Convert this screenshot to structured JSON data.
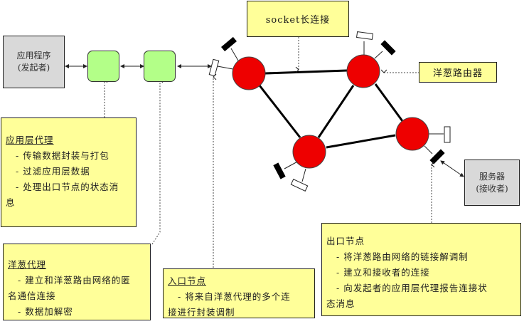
{
  "sender": {
    "line1": "应用程序",
    "line2": "(发起者)"
  },
  "receiver": {
    "line1": "服务器",
    "line2": "(接收者)"
  },
  "labels": {
    "socket": "socket长连接",
    "onion_router": "洋葱路由器"
  },
  "notes": {
    "app_proxy": {
      "title": "应用层代理",
      "items": [
        "- 传输数据封装与打包",
        "- 过滤应用层数据",
        "- 处理出口节点的状态消"
      ],
      "continuation": "息"
    },
    "onion_proxy": {
      "title": "洋葱代理",
      "items": [
        "- 建立和洋葱路由网络的匿"
      ],
      "continuation": "名通信连接",
      "items2": [
        "- 数据加解密"
      ]
    },
    "entry_node": {
      "title": "入口节点",
      "items": [
        "- 将来自洋葱代理的多个连"
      ],
      "continuation": "接进行封装调制"
    },
    "exit_node": {
      "title": "出口节点",
      "items": [
        "- 将洋葱路由网络的链接解调制",
        "- 建立和接收者的连接",
        "- 向发起者的应用层代理报告连接状"
      ],
      "continuation": "态消息"
    }
  },
  "colors": {
    "router": "#ee0000",
    "proxy": "#b3ff88",
    "note": "#ffff99",
    "endpoint": "#d9d9d9"
  }
}
